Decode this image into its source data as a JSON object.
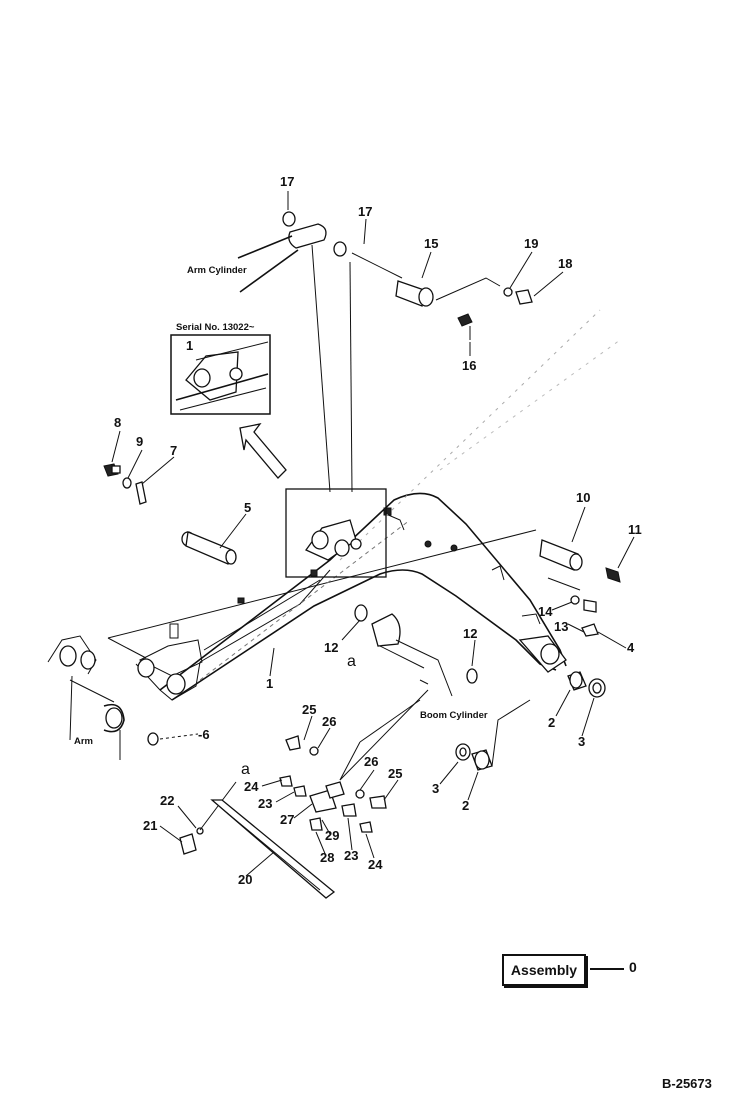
{
  "labels": {
    "arm_cylinder": "Arm Cylinder",
    "boom_cylinder": "Boom Cylinder",
    "arm": "Arm",
    "serial": "Serial No. 13022~",
    "inset_part": "1",
    "assembly": "Assembly",
    "assembly_number": "0",
    "drawing_number": "B-25673",
    "detail_a_top": "a",
    "detail_a_bottom": "a"
  },
  "parts": [
    {
      "id": "p17a",
      "text": "17"
    },
    {
      "id": "p17b",
      "text": "17"
    },
    {
      "id": "p15",
      "text": "15"
    },
    {
      "id": "p19",
      "text": "19"
    },
    {
      "id": "p18",
      "text": "18"
    },
    {
      "id": "p16",
      "text": "16"
    },
    {
      "id": "p8",
      "text": "8"
    },
    {
      "id": "p9",
      "text": "9"
    },
    {
      "id": "p7",
      "text": "7"
    },
    {
      "id": "p5",
      "text": "5"
    },
    {
      "id": "p10",
      "text": "10"
    },
    {
      "id": "p11",
      "text": "11"
    },
    {
      "id": "p14",
      "text": "14"
    },
    {
      "id": "p13",
      "text": "13"
    },
    {
      "id": "p4",
      "text": "4"
    },
    {
      "id": "p12a",
      "text": "12"
    },
    {
      "id": "p12b",
      "text": "12"
    },
    {
      "id": "p1",
      "text": "1"
    },
    {
      "id": "p2a",
      "text": "2"
    },
    {
      "id": "p3a",
      "text": "3"
    },
    {
      "id": "p6",
      "text": "-6"
    },
    {
      "id": "p25a",
      "text": "25"
    },
    {
      "id": "p26a",
      "text": "26"
    },
    {
      "id": "p26b",
      "text": "26"
    },
    {
      "id": "p25b",
      "text": "25"
    },
    {
      "id": "p24a",
      "text": "24"
    },
    {
      "id": "p23a",
      "text": "23"
    },
    {
      "id": "p22",
      "text": "22"
    },
    {
      "id": "p21",
      "text": "21"
    },
    {
      "id": "p27",
      "text": "27"
    },
    {
      "id": "p29",
      "text": "29"
    },
    {
      "id": "p28",
      "text": "28"
    },
    {
      "id": "p23b",
      "text": "23"
    },
    {
      "id": "p24b",
      "text": "24"
    },
    {
      "id": "p20",
      "text": "20"
    },
    {
      "id": "p3b",
      "text": "3"
    },
    {
      "id": "p2b",
      "text": "2"
    }
  ]
}
